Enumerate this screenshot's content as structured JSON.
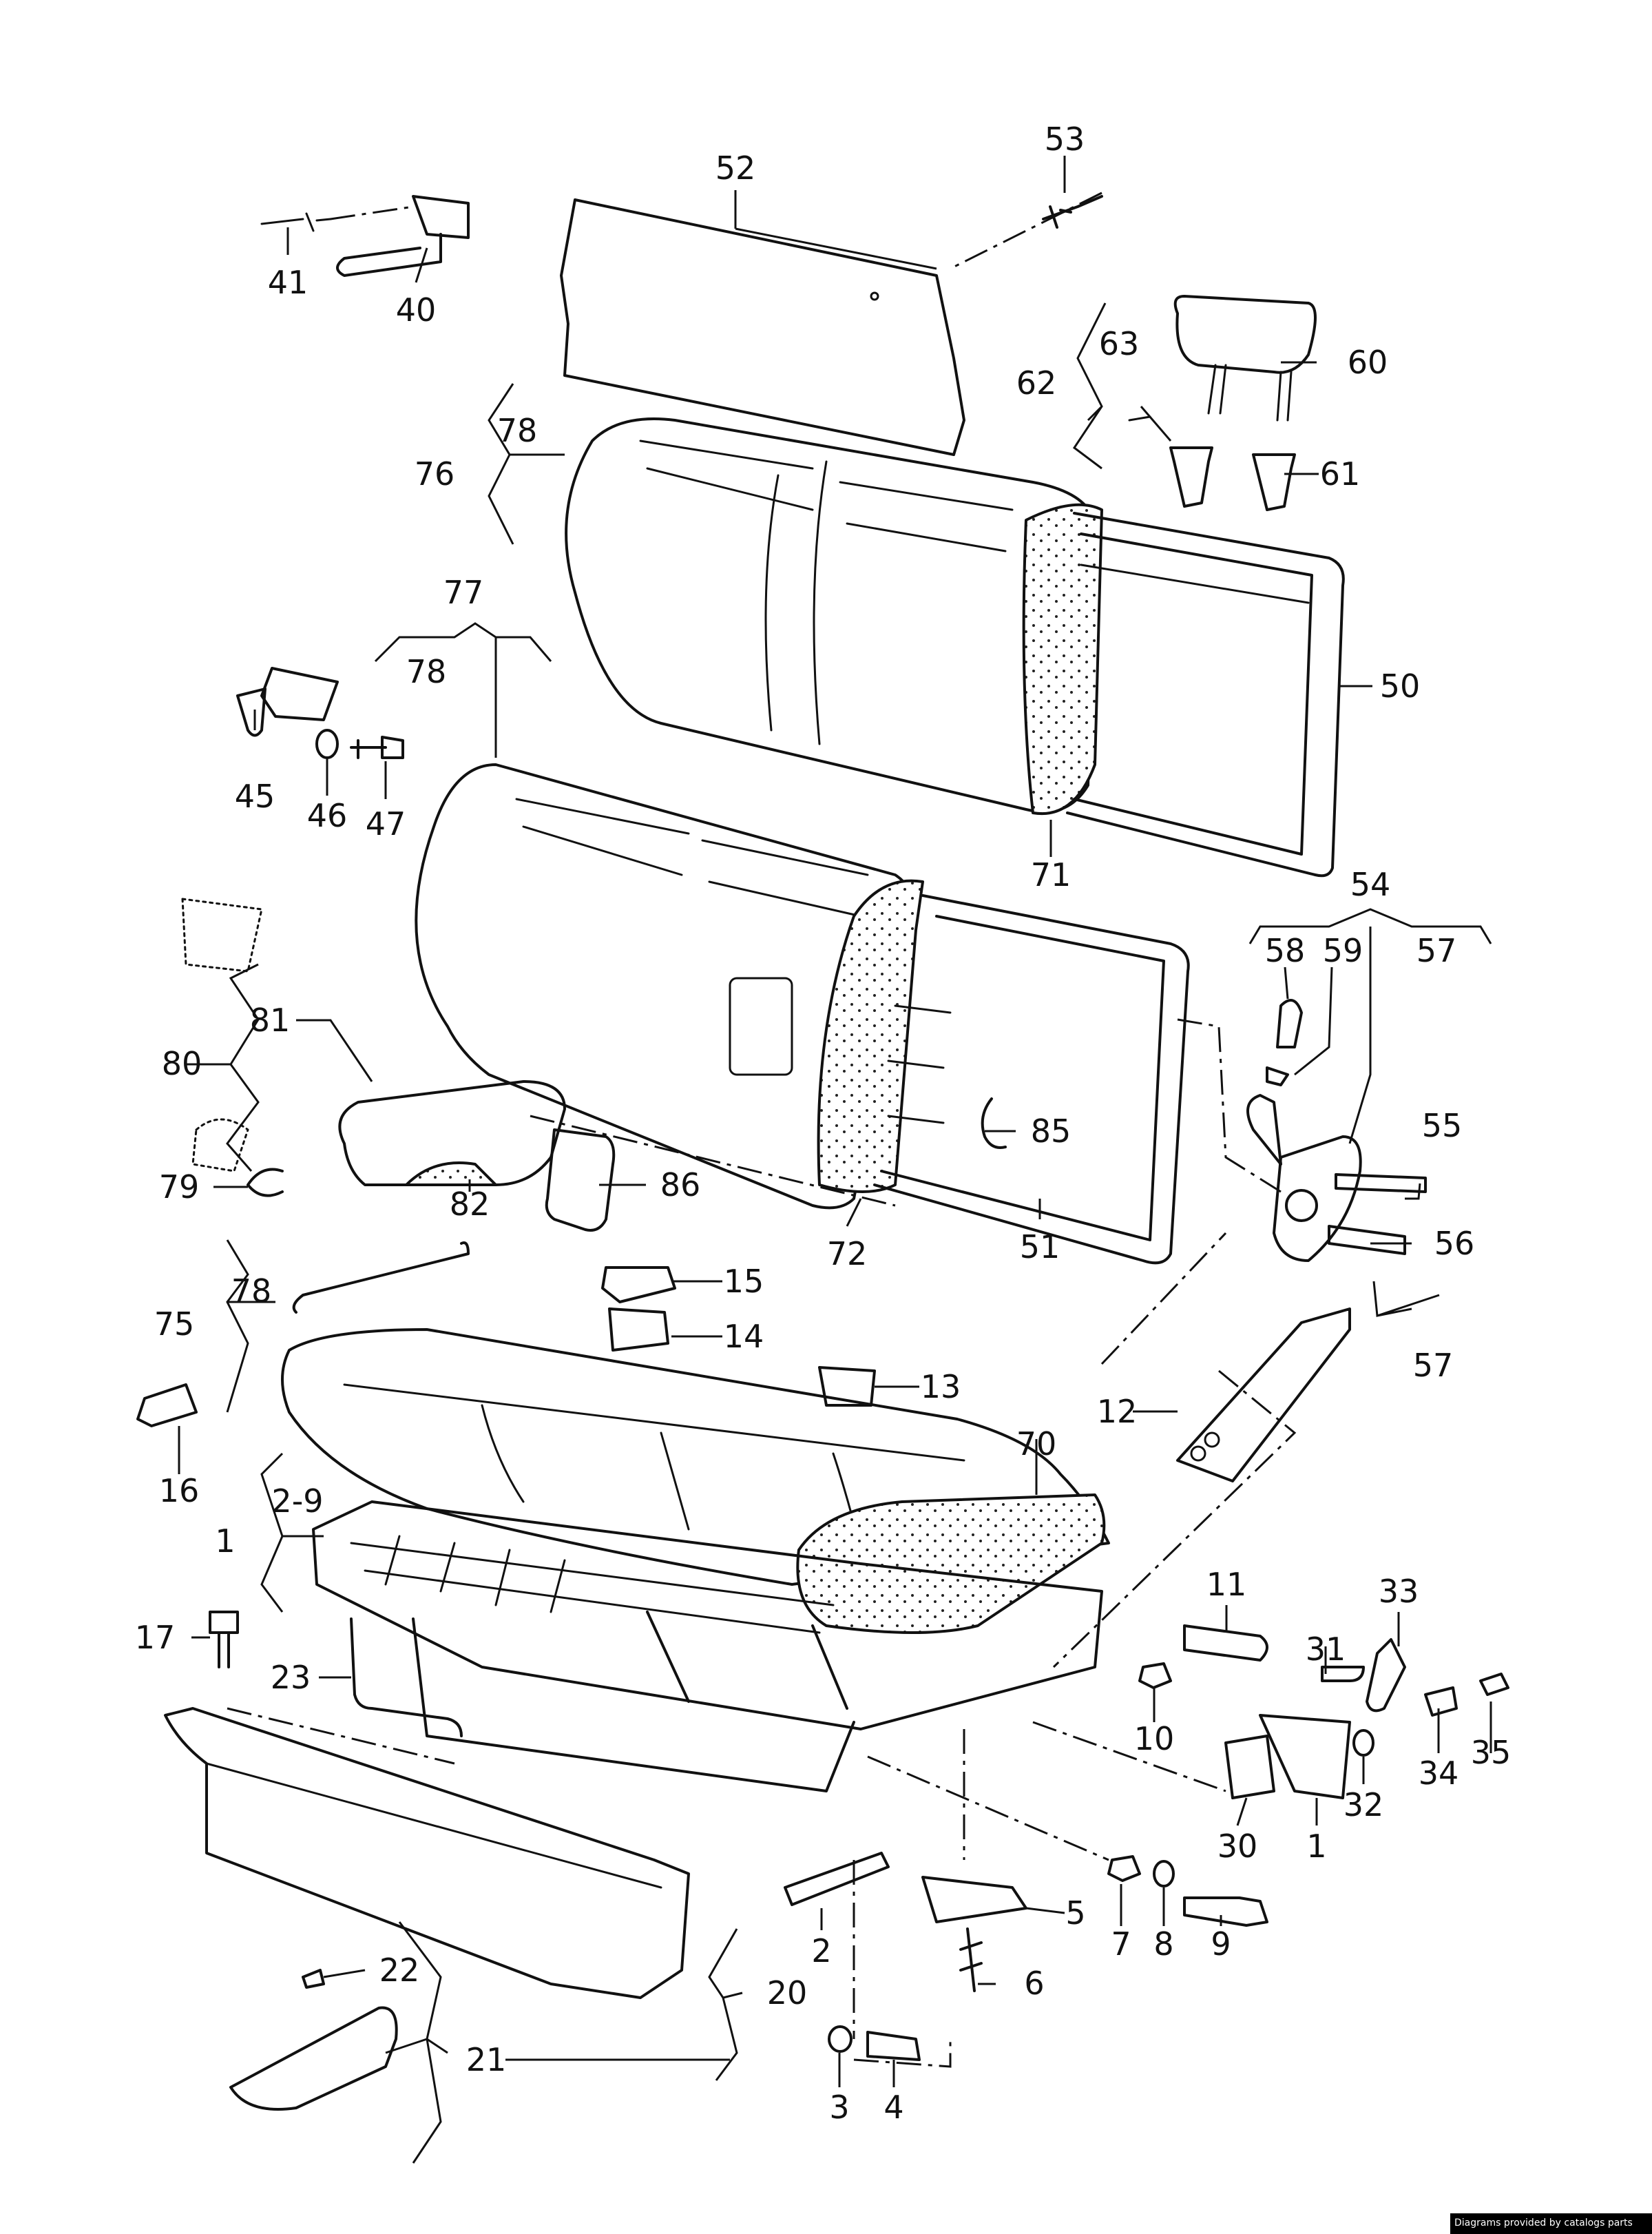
{
  "callouts": [
    "52",
    "53",
    "41",
    "40",
    "62",
    "63",
    "60",
    "61",
    "76",
    "78",
    "77",
    "50",
    "45",
    "46",
    "47",
    "71",
    "54",
    "58",
    "59",
    "57",
    "80",
    "81",
    "85",
    "55",
    "56",
    "79",
    "82",
    "86",
    "72",
    "51",
    "75",
    "15",
    "14",
    "13",
    "12",
    "16",
    "70",
    "2-9",
    "1",
    "11",
    "33",
    "17",
    "23",
    "31",
    "10",
    "35",
    "34",
    "32",
    "30",
    "5",
    "7",
    "8",
    "9",
    "2",
    "6",
    "22",
    "20",
    "21",
    "3",
    "4"
  ],
  "credit": "Diagrams provided by catalogs parts"
}
